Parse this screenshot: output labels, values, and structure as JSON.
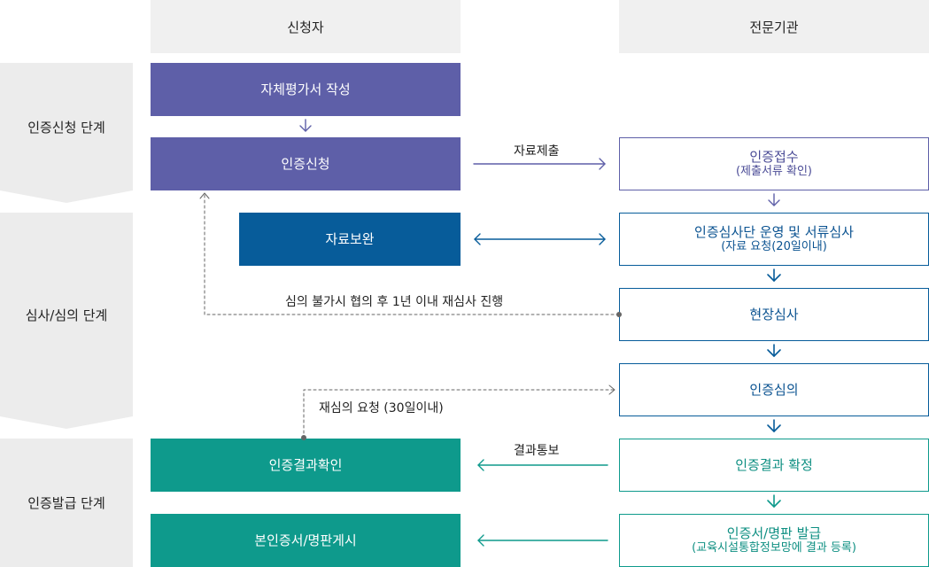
{
  "header": {
    "applicant": "신청자",
    "institution": "전문기관"
  },
  "stages": {
    "application": "인증신청 단계",
    "review": "심사/심의 단계",
    "issuance": "인증발급 단계"
  },
  "applicant_steps": {
    "self_eval": "자체평가서 작성",
    "apply": "인증신청",
    "supplement": "자료보완",
    "confirm_result": "인증결과확인",
    "post_certificate": "본인증서/명판게시"
  },
  "institution_steps": {
    "receipt": {
      "main": "인증접수",
      "sub": "(제출서류 확인)"
    },
    "panel": {
      "main": "인증심사단 운영 및 서류심사",
      "sub": "(자료 요청(20일이내)"
    },
    "onsite": "현장심사",
    "deliberation": "인증심의",
    "finalize": "인증결과 확정",
    "issue": {
      "main": "인증서/명판 발급",
      "sub": "(교육시설통합정보망에 결과 등록)"
    }
  },
  "edge_labels": {
    "submit_docs": "자료제출",
    "re_review": "심의 불가시 협의 후 1년 이내 재심사 진행",
    "re_deliberation": "재심의 요청 (30일이내)",
    "notify_result": "결과통보"
  },
  "colors": {
    "purple": "#5e5fa8",
    "blue": "#075c9a",
    "teal": "#0e9a8c",
    "header_bg": "#f0f0f0",
    "stage_bg": "#ececec",
    "dashed": "#666666"
  }
}
